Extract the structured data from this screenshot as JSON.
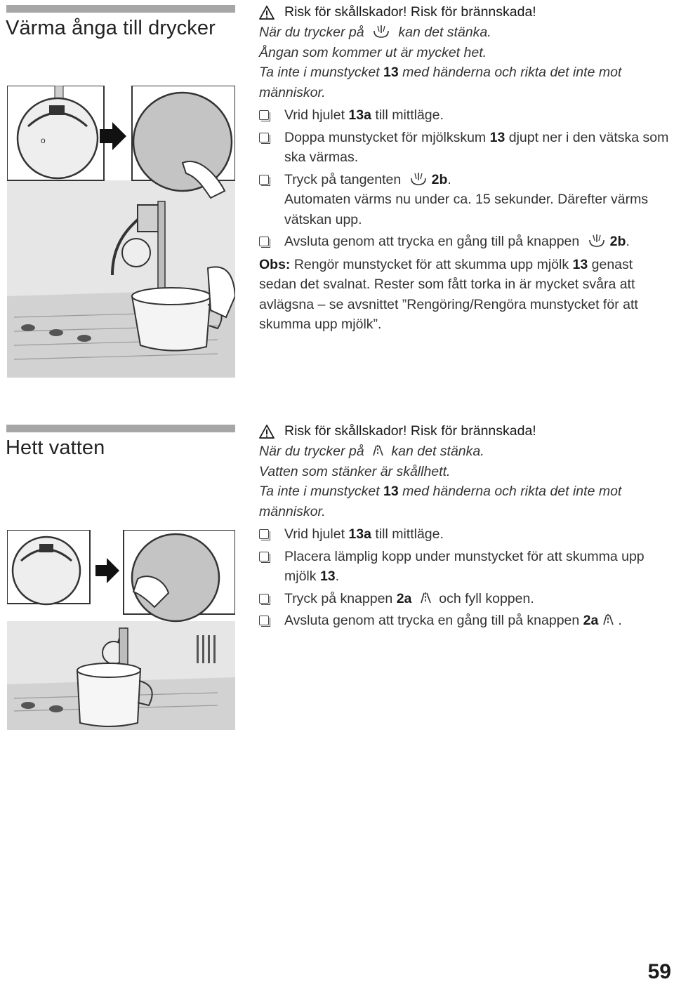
{
  "section_steam": {
    "title": "Värma ånga till drycker",
    "warning_title": "Risk för skållskador!  Risk för brännskada!",
    "warn_line1_pre": "När du trycker på",
    "warn_line1_post": "kan det stänka.",
    "warn_line2": "Ångan som kommer ut är mycket het.",
    "warn_line3_pre": "Ta inte i munstycket",
    "warn_line3_bold": "13",
    "warn_line3_post": "med händerna och rikta det inte mot människor.",
    "step1_pre": "Vrid hjulet",
    "step1_bold": "13a",
    "step1_post": "till mittläge.",
    "step2_pre": "Doppa munstycket för mjölkskum",
    "step2_bold": "13",
    "step2_post": "djupt ner i den vätska som ska värmas.",
    "step3_pre": "Tryck på tangenten",
    "step3_bold": "2b",
    "step3_post": ".",
    "step3_detail": "Automaten värms nu under ca. 15 sekunder. Därefter värms vätskan upp.",
    "step4_pre": "Avsluta genom att trycka en gång till på knappen",
    "step4_bold": "2b",
    "step4_post": ".",
    "note_label": "Obs:",
    "note_pre": "Rengör munstycket för att skumma upp mjölk",
    "note_bold": "13",
    "note_post": "genast sedan det svalnat. Rester som fått torka in är mycket svåra att avlägsna – se avsnittet ”Rengöring/Rengöra munstycket för att skumma upp mjölk”.",
    "illustration_icon": "steam-icon"
  },
  "section_hot_water": {
    "title": "Hett vatten",
    "warning_title": "Risk för skållskador!  Risk för brännskada!",
    "warn_line1_pre": "När du trycker på",
    "warn_line1_post": "kan det stänka.",
    "warn_line2": "Vatten som stänker är skållhett.",
    "warn_line3_pre": "Ta inte i munstycket",
    "warn_line3_bold": "13",
    "warn_line3_post": "med händerna och rikta det inte mot människor.",
    "step1_pre": "Vrid hjulet",
    "step1_bold": "13a",
    "step1_post": "till mittläge.",
    "step2_pre": "Placera lämplig kopp under munstycket för att skumma upp mjölk",
    "step2_bold": "13",
    "step2_post": ".",
    "step3_pre": "Tryck på knappen",
    "step3_bold": "2a",
    "step3_post": "och fyll koppen.",
    "step4_pre": "Avsluta genom att trycka en gång till på knappen",
    "step4_bold": "2a",
    "step4_post": ".",
    "illustration_icon": "hot-water-icon"
  },
  "page_number": "59"
}
